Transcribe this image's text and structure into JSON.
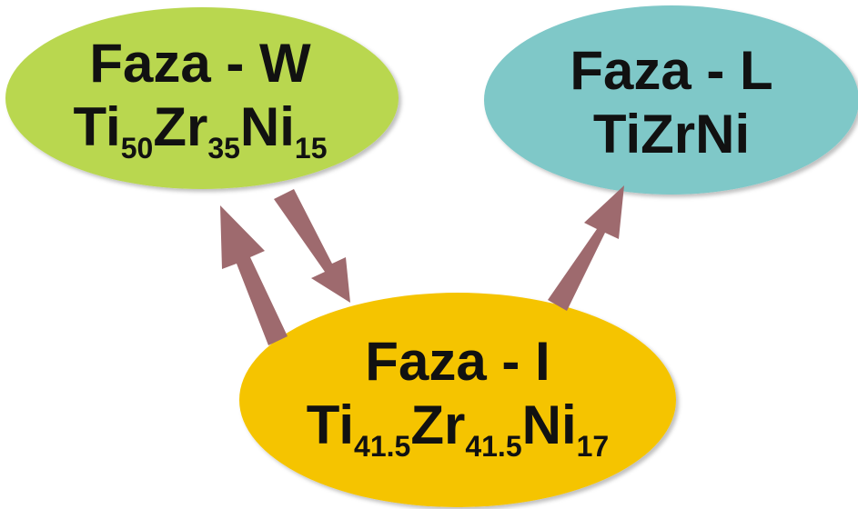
{
  "colors": {
    "phase_w": "#b9d750",
    "phase_l": "#7fc8c8",
    "phase_i": "#f5c400",
    "arrow": "#9e6a6e",
    "text": "#111111"
  },
  "nodes": {
    "w": {
      "title": "Faza - W",
      "formula": [
        {
          "el": "Ti",
          "sub": "50"
        },
        {
          "el": "Zr",
          "sub": "35"
        },
        {
          "el": "Ni",
          "sub": "15"
        }
      ]
    },
    "l": {
      "title": "Faza - L",
      "formula": [
        {
          "el": "TiZrNi",
          "sub": ""
        }
      ]
    },
    "i": {
      "title": "Faza - I",
      "formula": [
        {
          "el": "Ti",
          "sub": "41.5"
        },
        {
          "el": "Zr",
          "sub": "41.5"
        },
        {
          "el": "Ni",
          "sub": "17"
        }
      ]
    }
  },
  "edges": [
    {
      "from": "i",
      "to": "w"
    },
    {
      "from": "w",
      "to": "i"
    },
    {
      "from": "i",
      "to": "l"
    }
  ]
}
